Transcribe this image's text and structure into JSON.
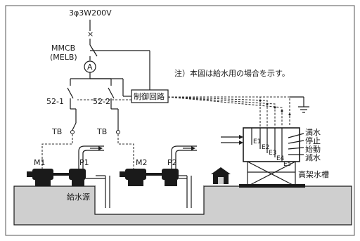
{
  "power_source": "3φ3W200V",
  "breaker": {
    "line1": "MMCB",
    "line2": "(MELB)"
  },
  "ammeter": "A",
  "note": "注）本図は給水用の場合を示す。",
  "contactors": {
    "c1": "52-1",
    "c2": "52-2"
  },
  "control_circuit": "制御回路",
  "terminal_blocks": {
    "tb1": "TB",
    "tb2": "TB"
  },
  "motors": {
    "m1": "M1",
    "m2": "M2"
  },
  "pumps": {
    "p1": "P1",
    "p2": "P2"
  },
  "water_source": "給水源",
  "elevated_tank": "高架水槽",
  "electrodes": {
    "e1": "E1",
    "e2": "E2",
    "e3": "E3",
    "e4": "E4",
    "e5": "E5"
  },
  "level_labels": [
    "満水",
    "停止",
    "始動",
    "減水"
  ],
  "colors": {
    "line": "#1a1a1a",
    "ground": "#cfcfcf",
    "frame": "#555555",
    "background": "#ffffff"
  }
}
